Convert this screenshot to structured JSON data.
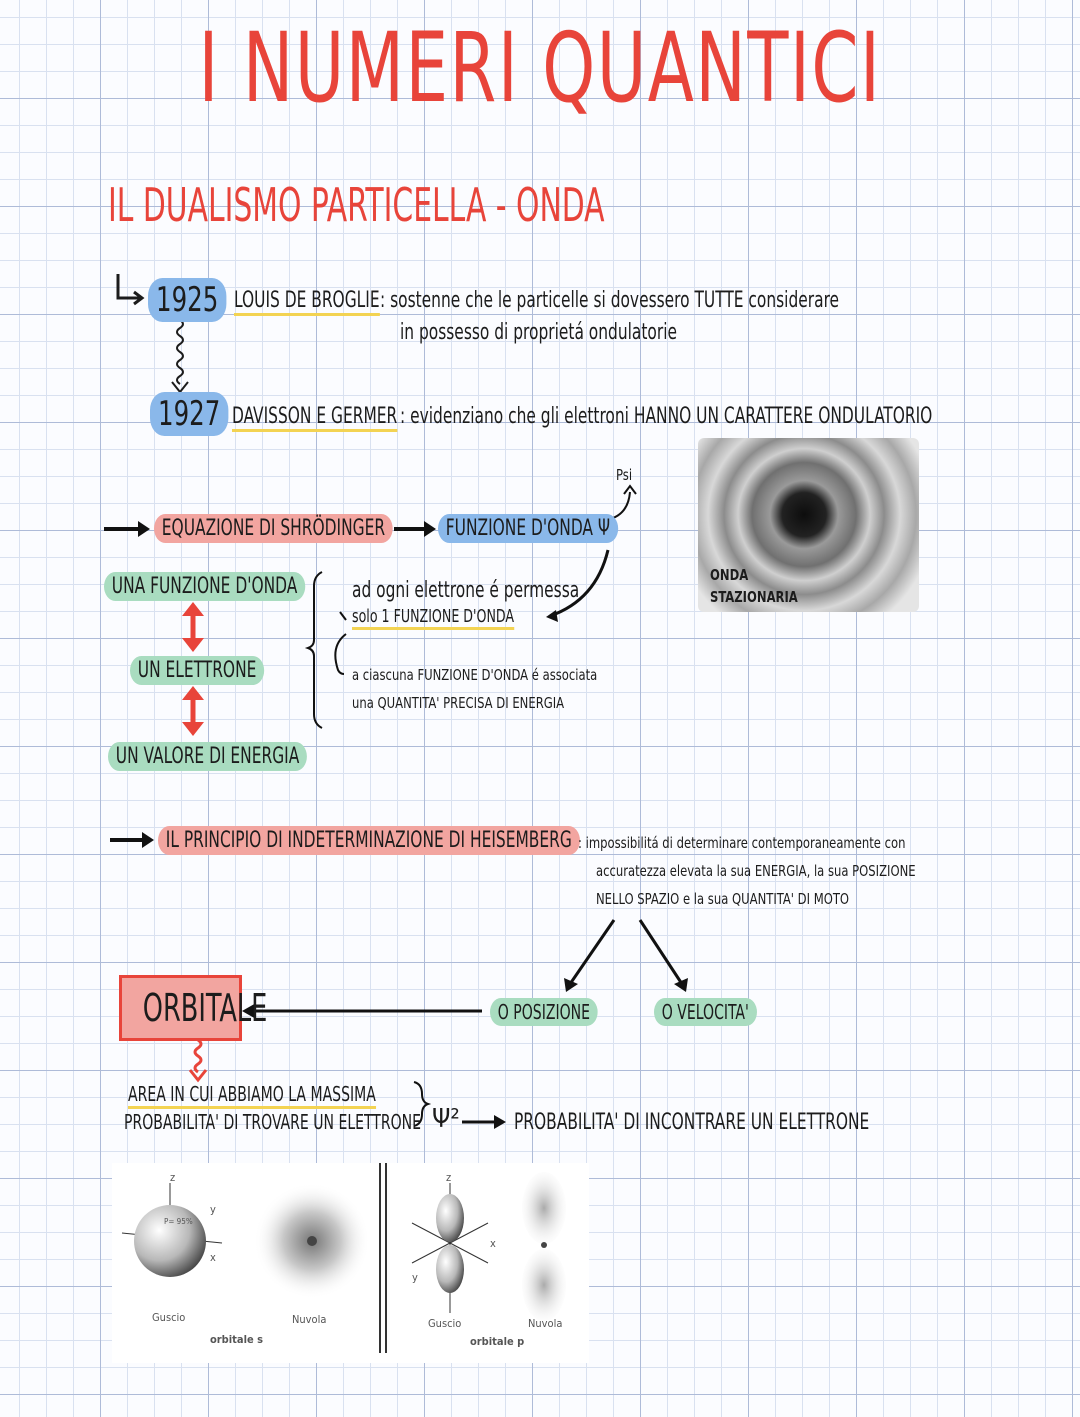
{
  "title": "I NUMERI QUANTICI",
  "subtitle": "IL DUALISMO PARTICELLA - ONDA",
  "timeline": {
    "year1": "1925",
    "name1": "LOUIS DE BROGLIE",
    "text1a": ": sostenne che le particelle si dovessero TUTTE considerare",
    "text1b": "in possesso di proprietá ondulatorie",
    "year2": "1927",
    "name2": "DAVISSON E GERMER",
    "text2": ": evidenziano che gli elettroni HANNO UN CARATTERE ONDULATORIO"
  },
  "photo_label": {
    "line1": "ONDA",
    "line2": "STAZIONARIA"
  },
  "schrodinger": {
    "equation": "EQUAZIONE DI SHRÖDINGER",
    "wave_function": "FUNZIONE D'ONDA Ψ",
    "psi_label": "Psi",
    "left1": "UNA FUNZIONE D'ONDA",
    "left2": "UN ELETTRONE",
    "left3": "UN VALORE DI ENERGIA",
    "right1a": "ad ogni elettrone é permessa",
    "right1b": "solo 1 FUNZIONE D'ONDA",
    "right2a": "a ciascuna FUNZIONE D'ONDA é associata",
    "right2b": "una QUANTITA' PRECISA DI ENERGIA"
  },
  "heisenberg": {
    "principle": "IL PRINCIPIO DI INDETERMINAZIONE DI HEISEMBERG",
    "desc1": ": impossibilitá di determinare contemporaneamente con",
    "desc2": "accuratezza elevata la sua ENERGIA, la sua POSIZIONE",
    "desc3": "NELLO SPAZIO e la sua QUANTITA' DI MOTO",
    "pos": "O POSIZIONE",
    "vel": "O VELOCITA'"
  },
  "orbitale": {
    "label": "ORBITALE",
    "area1": "AREA IN CUI ABBIAMO LA MASSIMA",
    "area2": "PROBABILITA' DI TROVARE UN ELETTRONE",
    "psi2": "Ψ²",
    "prob": "PROBABILITA' DI INCONTRARE UN ELETTRONE"
  },
  "orbital_figure": {
    "s_shell": "Guscio",
    "s_cloud": "Nuvola",
    "s_label": "orbitale s",
    "p_shell": "Guscio",
    "p_cloud": "Nuvola",
    "p_label": "orbitale p",
    "p95": "P= 95%",
    "axis_z": "z",
    "axis_x": "x",
    "axis_y": "y"
  },
  "colors": {
    "red": "#e8443a",
    "blue": "#8ab8ea",
    "green": "#a9dcc0",
    "pink": "#f2a5a0",
    "yellow": "#f3d352"
  }
}
